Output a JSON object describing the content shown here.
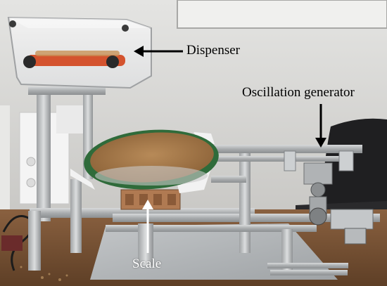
{
  "labels": {
    "dispenser": "Dispenser",
    "oscillation_generator": "Oscillation generator",
    "scale": "Scale"
  },
  "colors": {
    "wall": "#d9d9d6",
    "table": "#7b5636",
    "aluminum": "#b9bcbe",
    "grain": "#a67a4c",
    "tray_rim": "#2f6b3a",
    "dispenser_roller": "#d4532e"
  }
}
